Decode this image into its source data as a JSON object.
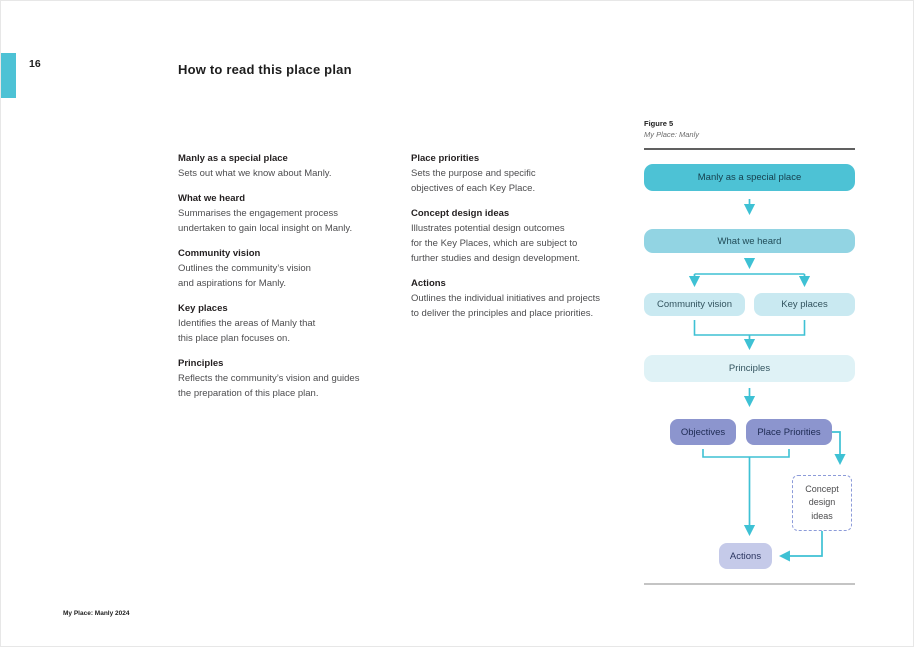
{
  "page": {
    "number": "16",
    "title": "How to read this place plan",
    "footer": "My Place: Manly 2024"
  },
  "colors": {
    "teal": "#4DC2D5",
    "teal_light": "#92D4E3",
    "blue_pale": "#C9E9F1",
    "blue_faint": "#DFF2F6",
    "purple": "#8C95CE",
    "purple_light": "#C5CAE9",
    "arrow": "#3EC1D4",
    "dashed": "#8C9BD9"
  },
  "columns": {
    "left": [
      {
        "title": "Manly as a special place",
        "body": "Sets out what we know about Manly."
      },
      {
        "title": "What we heard",
        "body": "Summarises the engagement process\nundertaken to gain local insight on Manly."
      },
      {
        "title": "Community vision",
        "body": "Outlines the community’s vision\nand aspirations for Manly."
      },
      {
        "title": "Key places",
        "body": "Identifies the areas of Manly that\nthis place plan focuses on."
      },
      {
        "title": "Principles",
        "body": "Reflects the community’s vision and guides\nthe preparation of this place plan."
      }
    ],
    "middle": [
      {
        "title": "Place priorities",
        "body": "Sets the purpose and specific\nobjectives of each Key Place."
      },
      {
        "title": "Concept design ideas",
        "body": "Illustrates potential design outcomes\nfor the Key Places, which are subject to\nfurther studies and design development."
      },
      {
        "title": "Actions",
        "body": "Outlines the individual initiatives and projects\nto deliver the principles and place priorities."
      }
    ]
  },
  "figure": {
    "label": "Figure 5",
    "sublabel": "My Place: Manly",
    "nodes": {
      "manly": "Manly as a special place",
      "heard": "What we heard",
      "vision": "Community vision",
      "key_places": "Key places",
      "principles": "Principles",
      "objectives": "Objectives",
      "place_priorities": "Place Priorities",
      "concept": "Concept\ndesign\nideas",
      "actions": "Actions"
    }
  }
}
